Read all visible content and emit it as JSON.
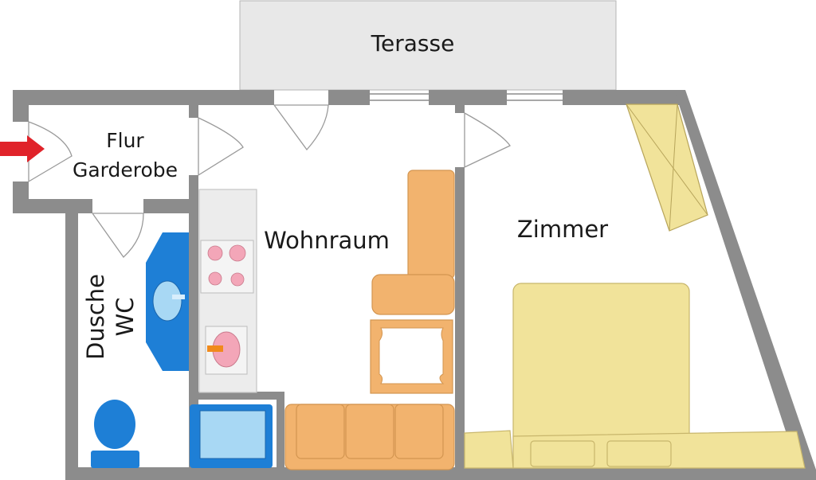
{
  "rooms": {
    "terrace": "Terasse",
    "hall_line1": "Flur",
    "hall_line2": "Garderobe",
    "living": "Wohnraum",
    "bedroom": "Zimmer",
    "bath_line1": "Dusche",
    "bath_line2": "WC"
  },
  "colors": {
    "wall": "#8c8c8c",
    "terrace": "#e8e8e8",
    "sofa": "#f2b36e",
    "bed": "#f1e39a",
    "bath_fixture": "#1e7fd6",
    "kitchen": "#ececec",
    "hob": "#f3a6b8",
    "entry_arrow": "#e0232a"
  }
}
